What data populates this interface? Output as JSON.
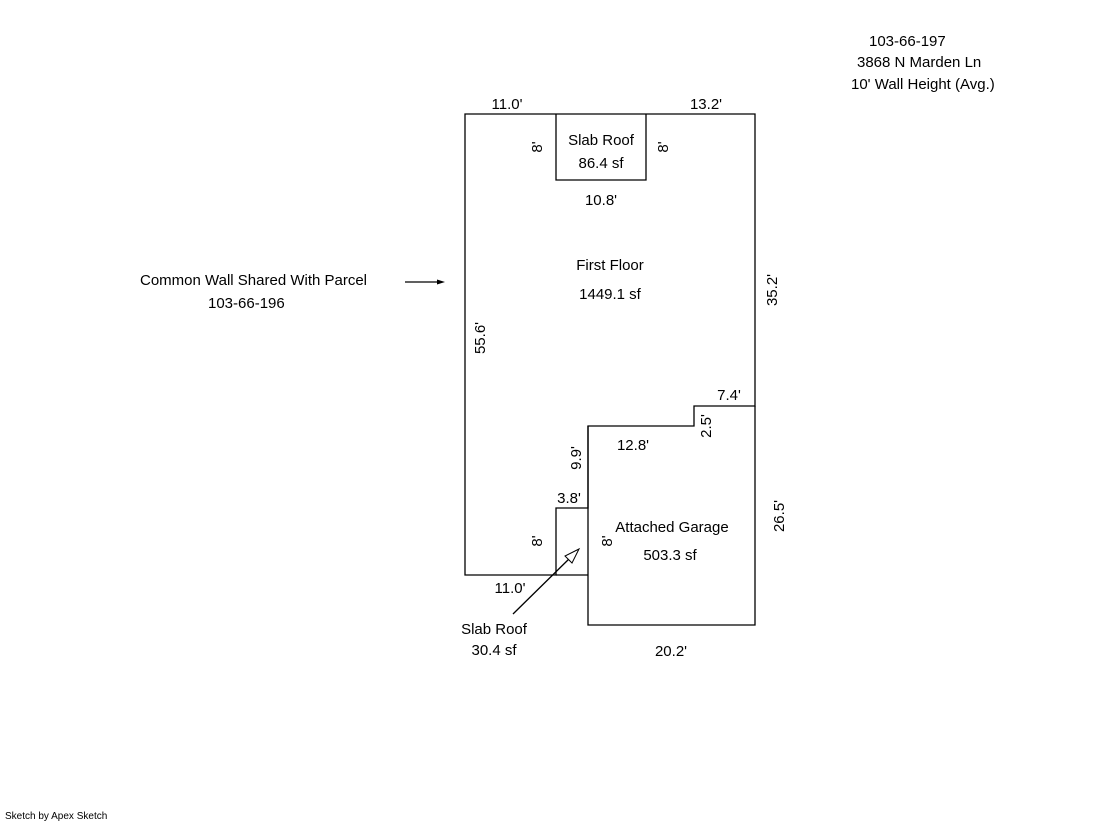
{
  "header": {
    "parcel": "103-66-197",
    "address": "3868 N Marden Ln",
    "wall_height": "10' Wall Height (Avg.)"
  },
  "note": {
    "line1": "Common Wall Shared With Parcel",
    "line2": "103-66-196"
  },
  "areas": {
    "slab_roof_top": {
      "label": "Slab Roof",
      "area": "86.4 sf"
    },
    "first_floor": {
      "label": "First Floor",
      "area": "1449.1 sf"
    },
    "garage": {
      "label": "Attached Garage",
      "area": "503.3 sf"
    },
    "slab_roof_bottom": {
      "label": "Slab Roof",
      "area": "30.4 sf"
    }
  },
  "dimensions": {
    "top_left": "11.0'",
    "top_right": "13.2'",
    "slab_top_left": "8'",
    "slab_top_right": "8'",
    "slab_top_bottom": "10.8'",
    "right_upper": "35.2'",
    "left": "55.6'",
    "step_top": "7.4'",
    "step_side": "2.5'",
    "garage_top": "12.8'",
    "garage_left": "9.9'",
    "slab_bottom_top": "3.8'",
    "slab_bottom_left": "8'",
    "slab_bottom_right": "8'",
    "bottom_left": "11.0'",
    "garage_right": "26.5'",
    "garage_bottom": "20.2'"
  },
  "credit": "Sketch by Apex Sketch"
}
